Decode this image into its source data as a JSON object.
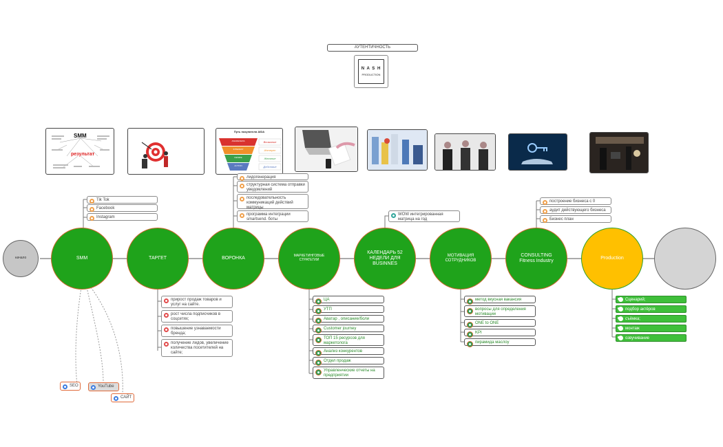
{
  "header": {
    "authenticity_label": "АУТЕНТИЧНОСТЬ",
    "logo_text_main": "N A S H",
    "logo_text_sub": "PRODUCTION"
  },
  "center": {
    "start_label": "начало",
    "end_label": ""
  },
  "nodes": [
    {
      "id": "smm",
      "label": "SMM"
    },
    {
      "id": "target",
      "label": "ТАРГЕТ"
    },
    {
      "id": "funnel",
      "label": "ВОРОНКА"
    },
    {
      "id": "marketing",
      "label": "МАРКЕТИНГОВЫЕ СТРАТЕГИИ"
    },
    {
      "id": "calendar",
      "label": "КАЛЕНДАРЬ 52 НЕДЕЛИ ДЛЯ BUSINNES"
    },
    {
      "id": "motivation",
      "label": "МОТИВАЦИЯ СОТРУДНИКОВ"
    },
    {
      "id": "consulting",
      "label": "CONSULTING Fitness Industry"
    },
    {
      "id": "production",
      "label": "Production"
    }
  ],
  "smm_items": [
    "Tik Tok",
    "Facebook",
    "Instagram"
  ],
  "smm_extra": [
    "SEO",
    "YouTube",
    "САЙТ"
  ],
  "target_items": [
    "прирост продаж товаров и услуг на сайте.",
    "рост числа подписчиков в соцсетях;",
    "повышение узнаваемости бренда;",
    "получение лидов, увеличение количества посетителей на сайте;"
  ],
  "funnel_items": [
    "лидогенерация",
    "структурная система отправки уведомлений",
    "последовательность коммуникаций действий матрицы",
    "программа интеграции smartsend. боты"
  ],
  "marketing_items": [
    "ЦА",
    "УТП",
    "Аватар , описание/боли",
    "Customer journey",
    "ТОП 15 ресурсов для маркетолога",
    "Анализ конкурентов",
    "Отдел продаж",
    "Управленческие отчеты на предприятии"
  ],
  "calendar_items": [
    "WOW интегрированная матрица на год"
  ],
  "motivation_items": [
    "метод вкусная вакансия",
    "вопросы для определения мотивации",
    "ONE to ONE",
    "KPI",
    "пирамида маслоу"
  ],
  "consulting_items": [
    "построение бизнеса с 0",
    "аудит действующего бизнеса",
    "Бизнес план"
  ],
  "production_items": [
    "Сценарий;",
    "подбор актёров",
    "съёмка;",
    "монтаж",
    "озвучивание"
  ],
  "images": {
    "smm_mindmap": {
      "title": "SMM",
      "result": "результат"
    },
    "aida": {
      "title": "Путь покупателя AIDA",
      "levels": [
        "AWARENESS",
        "INTEREST",
        "DESIRE",
        "ACTION"
      ],
      "labels": [
        "Внимание",
        "Интерес",
        "Желание",
        "Действие"
      ]
    }
  },
  "colors": {
    "green": "#1fa31b",
    "production": "#ffc000",
    "orange_border": "#c8662a",
    "grey": "#cfcfcf"
  }
}
